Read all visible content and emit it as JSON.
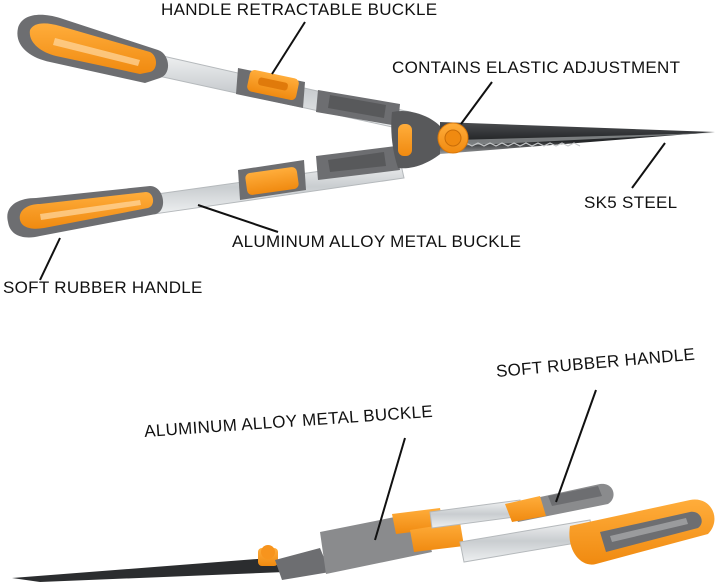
{
  "labels": {
    "handle_retractable_buckle": "HANDLE RETRACTABLE BUCKLE",
    "contains_elastic_adjustment": "CONTAINS ELASTIC ADJUSTMENT",
    "sk5_steel": "SK5 STEEL",
    "aluminum_alloy_top": "ALUMINUM ALLOY METAL BUCKLE",
    "soft_rubber_top": "SOFT RUBBER HANDLE",
    "soft_rubber_bottom": "SOFT RUBBER HANDLE",
    "aluminum_alloy_bottom": "ALUMINUM ALLOY METAL BUCKLE"
  },
  "colors": {
    "orange": "#f7941d",
    "gray": "#6d6e71",
    "dark_gray": "#4a4b4d",
    "aluminum": "#d9dcde",
    "blade": "#2b2d2f"
  }
}
